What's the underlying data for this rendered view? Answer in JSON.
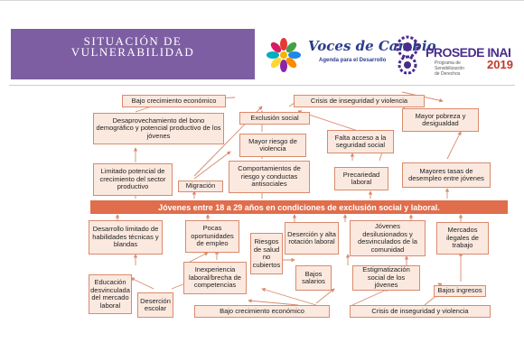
{
  "header": {
    "title": "SITUACIÓN DE\nVULNERABILIDAD",
    "voces_brand": "Voces de Cambio",
    "voces_tagline": "Agenda para el Desarrollo",
    "prosede_brand": "PROSEDE INAI",
    "prosede_tagline": "Programa de Sensibilización\nde Derechos",
    "prosede_year": "2019"
  },
  "diagram": {
    "center": "Jóvenes entre 18 a 29 años en condiciones de exclusión social y laboral.",
    "boxes": {
      "bajo_crec_top": "Bajo crecimiento económico",
      "crisis_top": "Crisis de inseguridad y violencia",
      "desaprovechamiento": "Desaprovechamiento del bono demográfico y potencial productivo de los jóvenes",
      "exclusion": "Exclusión social",
      "pobreza": "Mayor pobreza y desigualdad",
      "falta_acceso": "Falta acceso a la seguridad social",
      "mayor_riesgo": "Mayor riesgo de violencia",
      "limitado_potencial": "Limitado potencial de crecimiento del sector productivo",
      "comportamientos": "Comportamientos de riesgo y conductas antisociales",
      "precariedad": "Precariedad laboral",
      "mayores_tasas": "Mayores tasas de desempleo entre jóvenes",
      "migracion": "Migración",
      "desarrollo_limitado": "Desarrollo limitado de habilidades técnicas y blandas",
      "pocas_oportunidades": "Pocas oportunidades de empleo",
      "desercion_alta": "Deserción y alta rotación laboral",
      "jovenes_desilusionados": "Jóvenes desilusionados y desvinculados de la comunidad",
      "mercados_ilegales": "Mercados ilegales de trabajo",
      "riesgos_salud": "Riesgos de salud no cubiertos",
      "bajos_salarios": "Bajos salarios",
      "estigmatizacion": "Estigmatización social de los jóvenes",
      "educacion": "Educación desvinculada del mercado laboral",
      "desercion_escolar": "Deserción escolar",
      "inexperiencia": "Inexperiencia laboral/brecha de competencias",
      "bajos_ingresos": "Bajos ingresos",
      "bajo_crec_bottom": "Bajo crecimiento económico",
      "crisis_bottom": "Crisis de inseguridad y violencia"
    }
  },
  "colors": {
    "header_purple": "#7d5ea3",
    "box_fill": "#fbe9df",
    "box_border": "#d98a6c",
    "center_bar": "#e06d4b"
  }
}
